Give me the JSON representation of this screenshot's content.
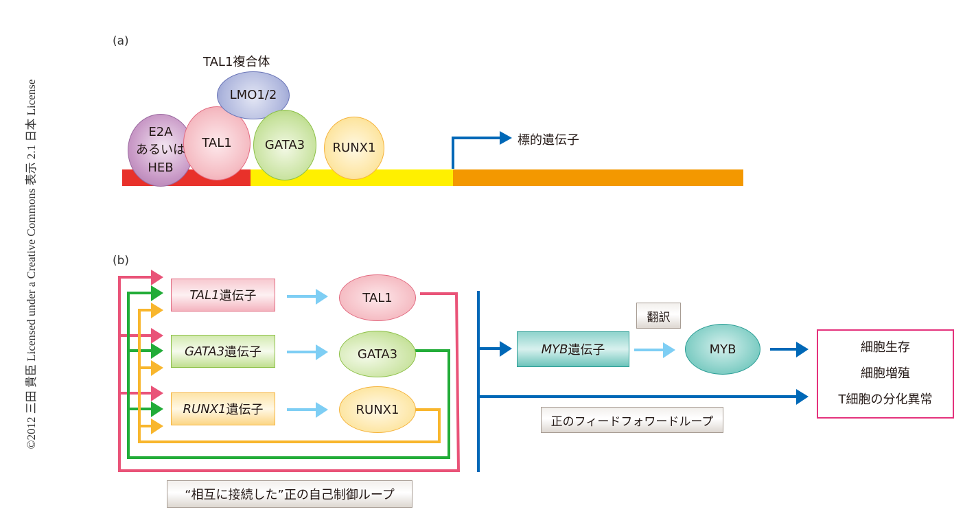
{
  "license_text": "©2012 三田 貴臣 Licensed under a Creative Commons 表示 2.1 日本 License",
  "panel_a": {
    "label": "(a)",
    "complex_title": "TAL1複合体",
    "proteins": {
      "e2a_line1": "E2A",
      "e2a_line2": "あるいは",
      "e2a_line3": "HEB",
      "tal1": "TAL1",
      "lmo": "LMO1/2",
      "gata3": "GATA3",
      "runx1": "RUNX1"
    },
    "target_gene_label": "標的遺伝子",
    "colors": {
      "dna_segment_1": "#e8312a",
      "dna_segment_2": "#fff000",
      "dna_segment_3": "#f39800",
      "arrow": "#0068b7"
    }
  },
  "panel_b": {
    "label": "(b)",
    "genes": [
      {
        "italic": "TAL1",
        "suffix": "遺伝子",
        "protein": "TAL1"
      },
      {
        "italic": "GATA3",
        "suffix": "遺伝子",
        "protein": "GATA3"
      },
      {
        "italic": "RUNX1",
        "suffix": "遺伝子",
        "protein": "RUNX1"
      }
    ],
    "myb": {
      "italic": "MYB",
      "suffix": "遺伝子",
      "protein": "MYB"
    },
    "translation_label": "翻訳",
    "feedforward_label": "正のフィードフォワードループ",
    "autoregulatory_label": "“相互に接続した”正の自己制御ループ",
    "outcomes": [
      "細胞生存",
      "細胞増殖",
      "T細胞の分化異常"
    ],
    "colors": {
      "tal1": "#e95378",
      "gata3": "#22ac38",
      "runx1": "#f8b62d",
      "myb": "#0068b7",
      "translation_arrow": "#7ecef4",
      "outcome_border": "#e4327c"
    }
  }
}
